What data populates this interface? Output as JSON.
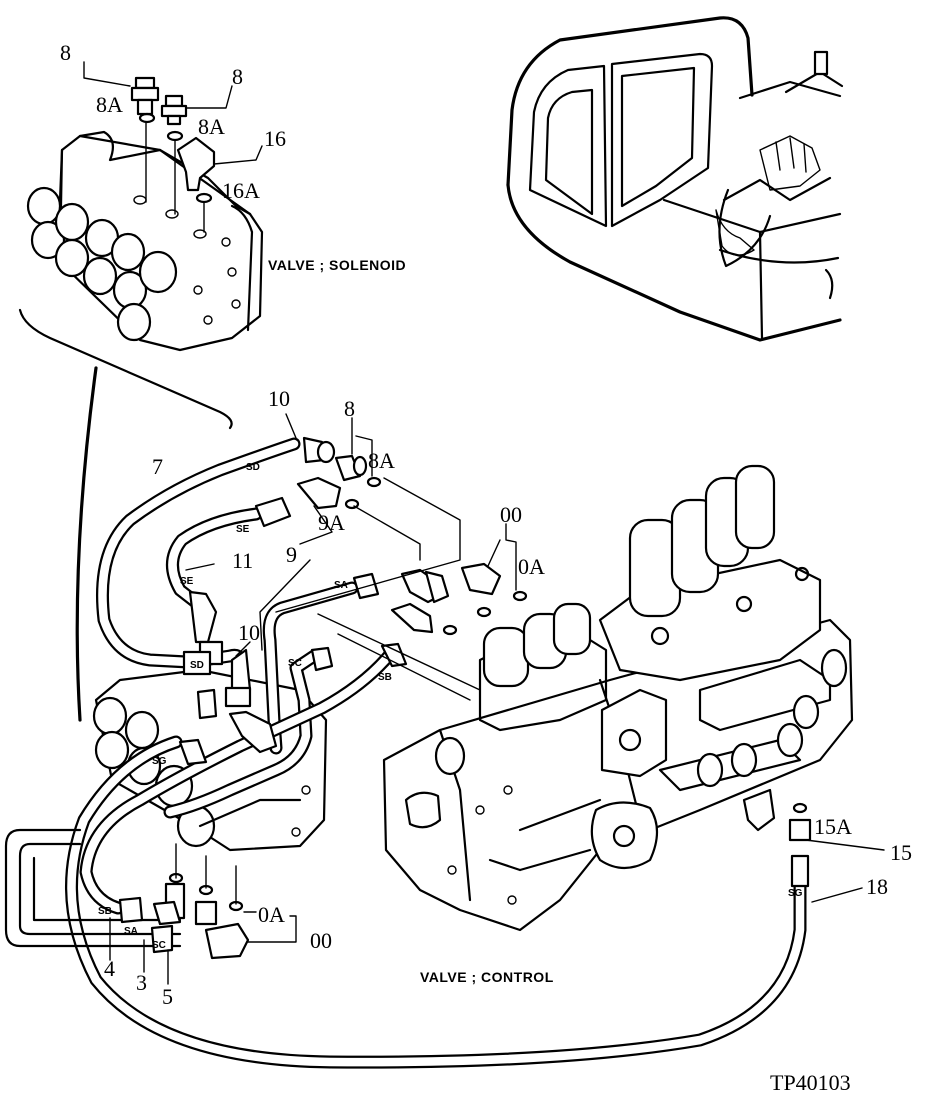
{
  "captions": {
    "solenoid_valve": "VALVE ; SOLENOID",
    "control_valve": "VALVE ; CONTROL",
    "drawing_code": "TP40103"
  },
  "callouts": {
    "sol_8_left": "8",
    "sol_8a_left": "8A",
    "sol_8_right": "8",
    "sol_8a_right": "8A",
    "sol_16": "16",
    "sol_16a": "16A",
    "top_10": "10",
    "top_8": "8",
    "top_8a": "8A",
    "label_7": "7",
    "label_9a": "9A",
    "label_9": "9",
    "label_11": "11",
    "label_00_top": "00",
    "label_0a_top": "0A",
    "label_10_mid": "10",
    "label_15a": "15A",
    "label_15": "15",
    "label_18": "18",
    "label_0a_bottom": "0A",
    "label_00_bottom": "00",
    "label_4": "4",
    "label_3": "3",
    "label_5": "5"
  },
  "hose_tags": {
    "sd_top": "SD",
    "se_top": "SE",
    "se_bottom": "SE",
    "sd_bottom": "SD",
    "sa_mid": "SA",
    "sc_mid": "SC",
    "sb_mid": "SB",
    "sg_left": "SG",
    "sb_low": "SB",
    "sa_low": "SA",
    "sc_low": "SC",
    "sg_right": "SG"
  },
  "icons": [
    "excavator-cab-illustration",
    "solenoid-valve-block",
    "control-valve-block",
    "hose-fitting",
    "elbow-fitting",
    "o-ring"
  ]
}
